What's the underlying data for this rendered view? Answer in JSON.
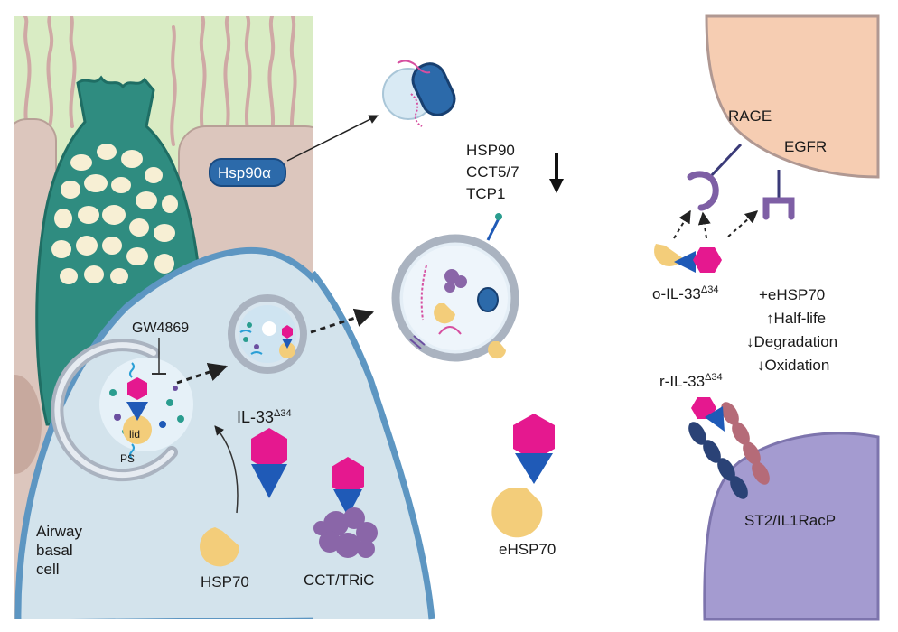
{
  "colors": {
    "tissue_green": "#d9ecc4",
    "tissue_tan": "#dcc6bd",
    "goblet_teal": "#2f8c80",
    "granule_cream": "#f7efd4",
    "basal_cell_fill": "#d3e3ec",
    "basal_cell_border": "#5d96c2",
    "peach_cell": "#f6cdb2",
    "purple_cell": "#a49bd0",
    "il33_pink": "#e5188f",
    "il33_blue": "#1f5ab7",
    "hsp70_yellow": "#f3cd7a",
    "receptor_purple": "#7e5fa5",
    "cct_purple": "#8a66a8",
    "hsp90_blue": "#2c6aaa"
  },
  "labels": {
    "hsp90a": "Hsp90α",
    "hsp90": "HSP90",
    "cct57": "CCT5/7",
    "tcp1": "TCP1",
    "gw4869": "GW4869",
    "lid": "lid",
    "ps": "PS",
    "il33_main": "IL-33",
    "delta34": "Δ34",
    "airway": "Airway",
    "basal": "basal",
    "cell": "cell",
    "hsp70": "HSP70",
    "cct_tric": "CCT/TRiC",
    "ehsp70": "eHSP70",
    "rage": "RAGE",
    "egfr": "EGFR",
    "o_il33": "o-IL-33",
    "plus_ehsp70": "+eHSP70",
    "half_life": "↑Half-life",
    "degradation": "↓Degradation",
    "oxidation": "↓Oxidation",
    "r_il33": "r-IL-33",
    "st2": "ST2/IL1RacP"
  }
}
